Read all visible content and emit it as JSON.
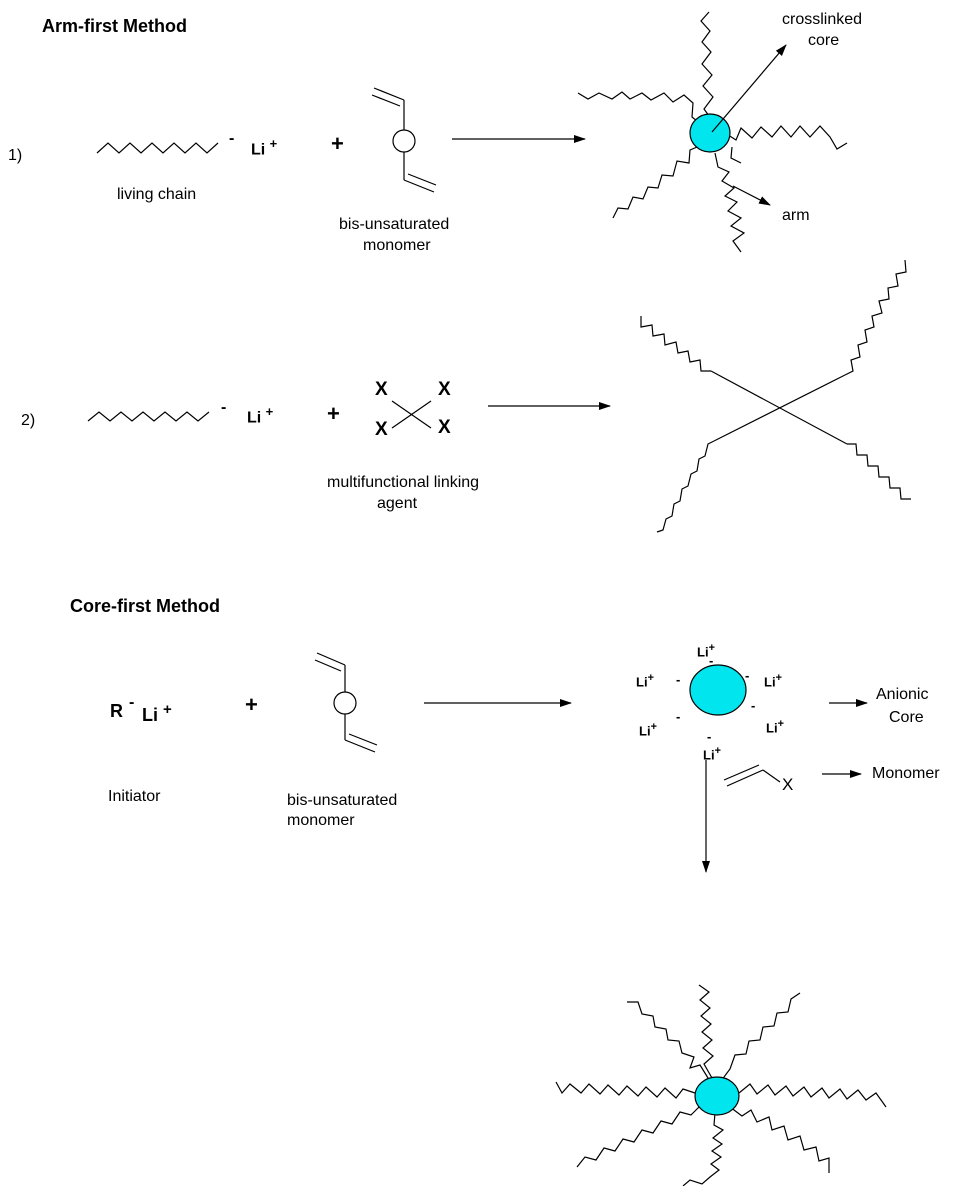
{
  "arm_first": {
    "heading": "Arm-first Method",
    "step1": {
      "number": "1)",
      "charge": "-",
      "li": "Li",
      "plus_sign": "+",
      "op_plus": "+",
      "living_chain_label": "living chain",
      "monomer_label_line1": "bis-unsaturated",
      "monomer_label_line2": "monomer",
      "core_label_line1": "crosslinked",
      "core_label_line2": "core",
      "arm_label": "arm"
    },
    "step2": {
      "number": "2)",
      "charge": "-",
      "li": "Li",
      "plus_sign": "+",
      "op_plus": "+",
      "x_labels": [
        "X",
        "X",
        "X",
        "X"
      ],
      "linker_label_line1": "multifunctional linking",
      "linker_label_line2": "agent"
    }
  },
  "core_first": {
    "heading": "Core-first Method",
    "r": "R",
    "charge": "-",
    "li": "Li",
    "plus_sign": "+",
    "op_plus": "+",
    "initiator_label": "Initiator",
    "monomer_label_line1": "bis-unsaturated",
    "monomer_label_line2": "monomer",
    "core_ions": [
      "Li",
      "Li",
      "Li",
      "Li",
      "Li",
      "Li"
    ],
    "ion_plus": "+",
    "ion_minus": "-",
    "anionic_core_line1": "Anionic",
    "anionic_core_line2": "Core",
    "vinyl_x": "X",
    "monomer_callout": "Monomer"
  },
  "colors": {
    "core_fill": "#00e5ee",
    "stroke": "#000000"
  }
}
